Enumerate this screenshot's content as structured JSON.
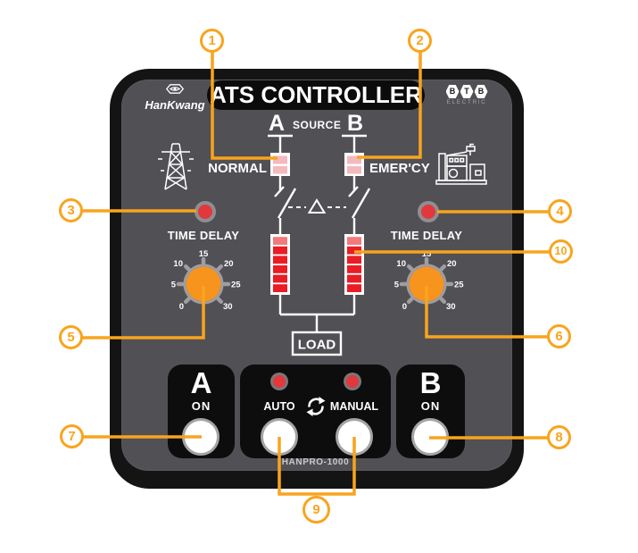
{
  "header": {
    "left_logo_text": "HanKwang",
    "title": "ATS CONTROLLER",
    "right_logo_letters": [
      "B",
      "T",
      "B"
    ],
    "right_logo_subtitle": "ELECTRIC"
  },
  "source": {
    "a_label": "A",
    "source_label": "SOURCE",
    "b_label": "B",
    "normal_label": "NORMAL",
    "emergency_label": "EMER'CY"
  },
  "diagram": {
    "load_label": "LOAD"
  },
  "time_delay": {
    "left_label": "TIME DELAY",
    "right_label": "TIME DELAY",
    "scale": [
      "0",
      "5",
      "10",
      "15",
      "20",
      "25",
      "30"
    ]
  },
  "controls": {
    "a_letter": "A",
    "a_on": "ON",
    "b_letter": "B",
    "b_on": "ON",
    "auto_label": "AUTO",
    "manual_label": "MANUAL",
    "model": "HANPRO-1000"
  },
  "callouts": {
    "c1": "1",
    "c2": "2",
    "c3": "3",
    "c4": "4",
    "c5": "5",
    "c6": "6",
    "c7": "7",
    "c8": "8",
    "c9": "9",
    "c10": "10"
  },
  "colors": {
    "accent_orange": "#F9A41D",
    "knob_orange": "#F7941E",
    "led_red": "#E2383C",
    "bar_segment_red": "#EA1C24",
    "bar_segment_light": "#F27A7C",
    "indicator_pink": "#F4B9BD",
    "panel_gray": "#515055",
    "device_black": "#141414"
  }
}
